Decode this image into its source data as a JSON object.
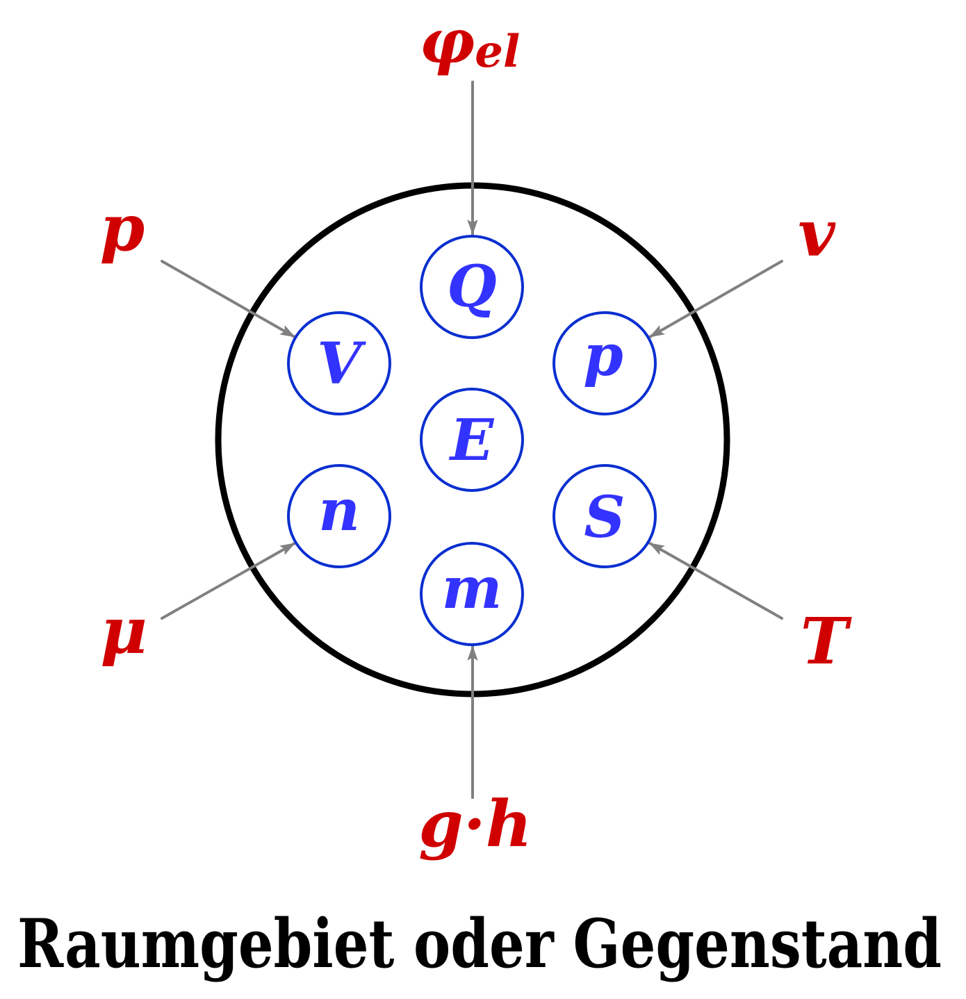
{
  "colors": {
    "outer_label": "#cc0000",
    "inner_label": "#3333ff",
    "inner_circle_stroke": "#0a2fd0",
    "boundary": "#000000",
    "arrow": "#808080"
  },
  "boundary": {
    "name": "Raumgebiet oder Gegenstand"
  },
  "inner_quantities": [
    {
      "id": "Q",
      "label": "Q"
    },
    {
      "id": "V",
      "label": "V"
    },
    {
      "id": "p",
      "label": "p"
    },
    {
      "id": "E",
      "label": "E"
    },
    {
      "id": "n",
      "label": "n"
    },
    {
      "id": "S",
      "label": "S"
    },
    {
      "id": "m",
      "label": "m"
    }
  ],
  "outer_quantities": [
    {
      "id": "phi_el",
      "label": "φ",
      "subscript": "el",
      "target": "Q"
    },
    {
      "id": "p_outer",
      "label": "p",
      "target": "V"
    },
    {
      "id": "v",
      "label": "v",
      "target": "p"
    },
    {
      "id": "mu",
      "label": "μ",
      "target": "n"
    },
    {
      "id": "T",
      "label": "T",
      "target": "S"
    },
    {
      "id": "gh",
      "label": "g·h",
      "target": "m"
    }
  ],
  "caption": "Raumgebiet oder Gegenstand"
}
